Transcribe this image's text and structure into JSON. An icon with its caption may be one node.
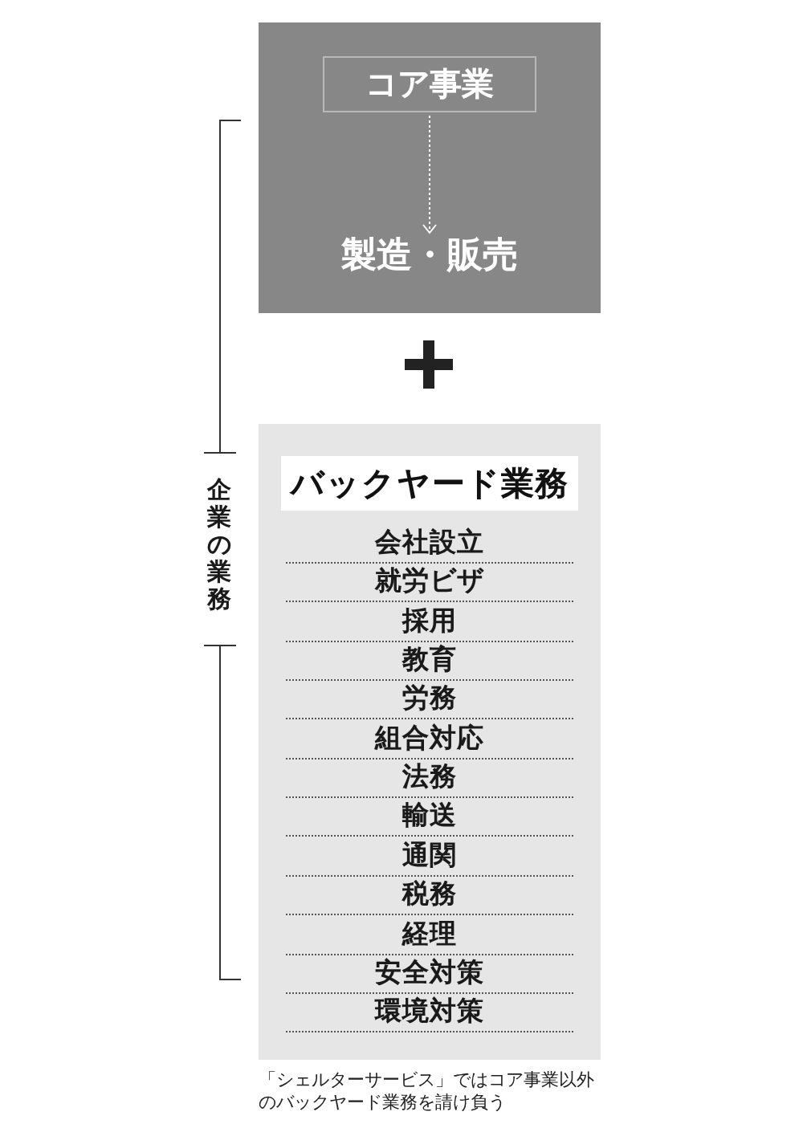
{
  "diagram": {
    "caption": "「シェルターサービス」ではコア事業以外のバックヤード業務を請け負う",
    "nodes": [
      {
        "text": [],
        "shape": "box"
      },
      {
        "text": [
          "コア事業"
        ],
        "in": 0
      },
      {
        "text": [
          "製造・販売"
        ],
        "in": 0
      },
      {
        "text": [
          "会社設立",
          "就労ビザ",
          "採用",
          "教育",
          "労務",
          "組合対応",
          "法務",
          "輸送",
          "通関",
          "税務",
          "経理",
          "安全対策",
          "環境対策"
        ]
      },
      {
        "text": [
          "バックヤード業務"
        ],
        "in": 3
      }
    ],
    "edges": [
      {
        "from": 1,
        "to": 2,
        "arrow": "to",
        "style": "dashed"
      }
    ],
    "labels": [
      "企業の業務"
    ]
  }
}
